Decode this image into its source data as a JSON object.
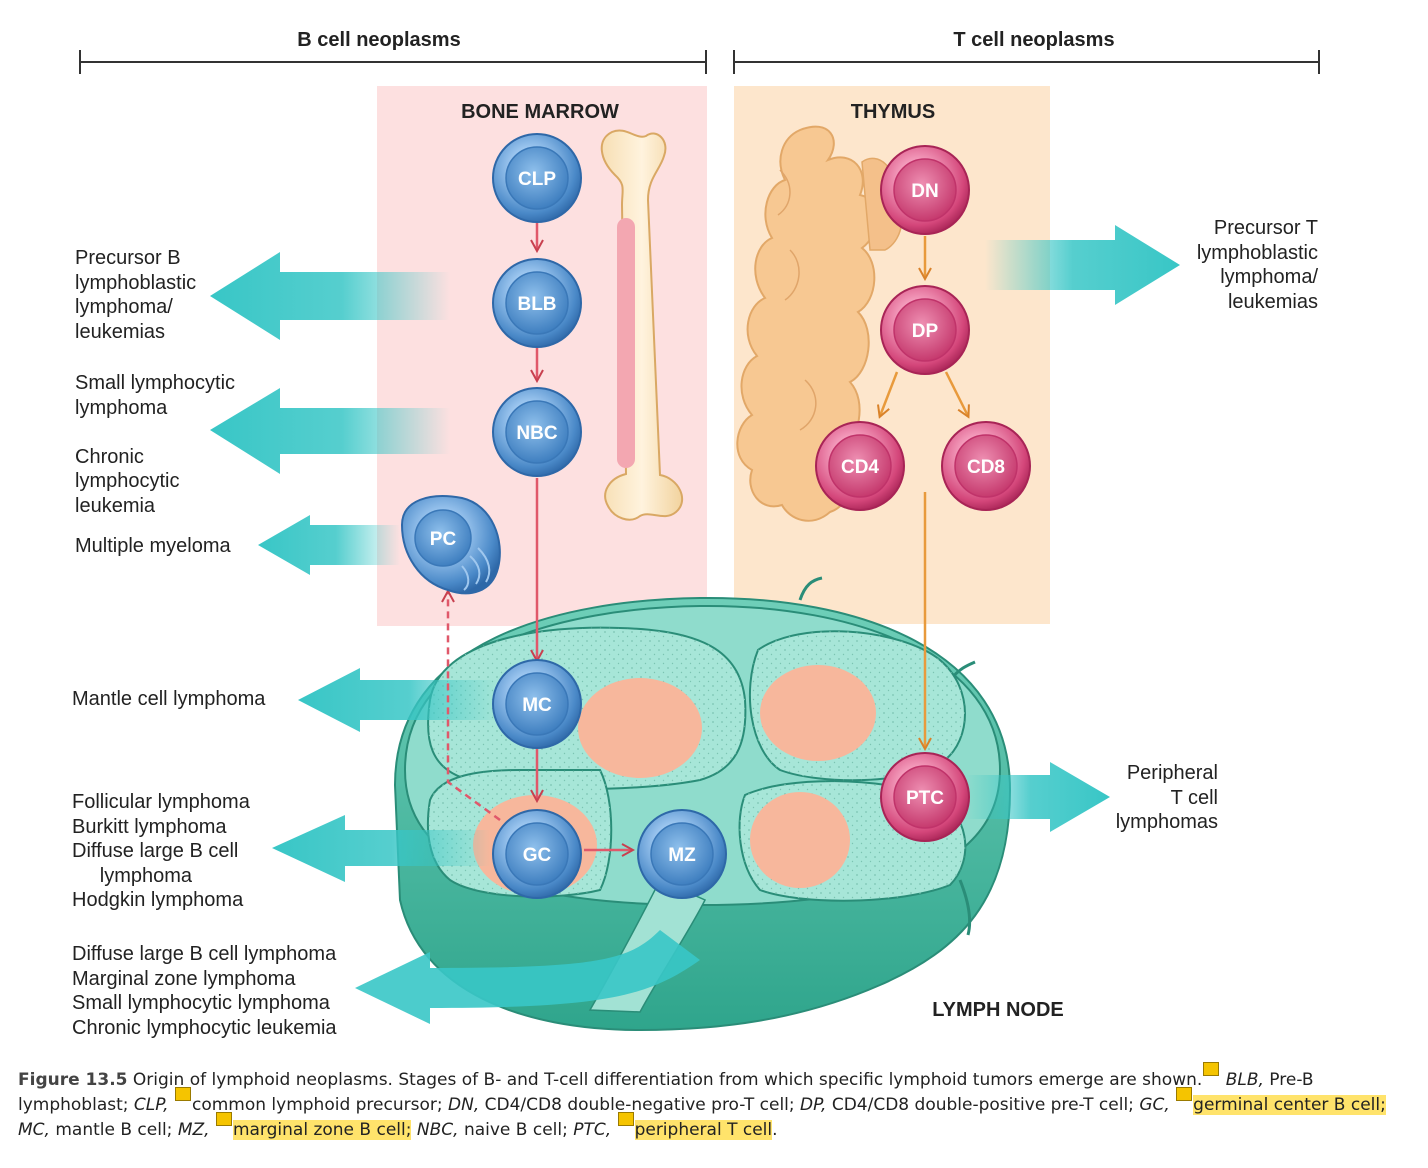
{
  "header": {
    "b_cell": "B cell neoplasms",
    "t_cell": "T cell neoplasms"
  },
  "regions": {
    "bone_marrow": "BONE MARROW",
    "thymus": "THYMUS",
    "lymph_node": "LYMPH NODE"
  },
  "cells": {
    "clp": "CLP",
    "blb": "BLB",
    "nbc": "NBC",
    "pc": "PC",
    "mc": "MC",
    "gc": "GC",
    "mz": "MZ",
    "dn": "DN",
    "dp": "DP",
    "cd4": "CD4",
    "cd8": "CD8",
    "ptc": "PTC"
  },
  "neoplasms": {
    "precursor_b": "Precursor B\nlymphoblastic\nlymphoma/\nleukemias",
    "sll_cll": "Small lymphocytic\nlymphoma\n\nChronic\nlymphocytic\nleukemia",
    "myeloma": "Multiple myeloma",
    "mantle": "Mantle cell lymphoma",
    "gc_group": "Follicular lymphoma\nBurkitt lymphoma\nDiffuse large B cell\n     lymphoma\nHodgkin lymphoma",
    "mz_group": "Diffuse large B cell lymphoma\nMarginal zone lymphoma\nSmall lymphocytic lymphoma\nChronic lymphocytic leukemia",
    "precursor_t": "Precursor T\nlymphoblastic\nlymphoma/\nleukemias",
    "peripheral_t": "Peripheral\nT cell\nlymphomas"
  },
  "caption": {
    "figure": "Figure 13.5",
    "title": "Origin of lymphoid neoplasms. Stages of B- and T-cell differentiation from which specific lymphoid tumors emerge are shown.",
    "abbr_blb": "BLB,",
    "def_blb": "Pre-B lymphoblast;",
    "abbr_clp": "CLP,",
    "def_clp": "common lymphoid precursor;",
    "abbr_dn": "DN,",
    "def_dn": "CD4/CD8 double-negative pro-T cell;",
    "abbr_dp": "DP,",
    "def_dp": "CD4/CD8 double-positive pre-T cell;",
    "abbr_gc": "GC,",
    "def_gc": "germinal center B cell;",
    "abbr_mc": "MC,",
    "def_mc": "mantle B cell;",
    "abbr_mz": "MZ,",
    "def_mz": "marginal zone B cell;",
    "abbr_nbc": "NBC,",
    "def_nbc": "naive B cell;",
    "abbr_ptc": "PTC,",
    "def_ptc": "peripheral T cell",
    "end": "."
  },
  "colors": {
    "bone_marrow_bg": "#fde0e0",
    "thymus_bg": "#fde6cc",
    "b_cell": "#5f9fd6",
    "t_cell": "#d8477c",
    "teal_arrow": "#38c6c6",
    "lymph_node": "#8fdccc",
    "b_arrow": "#e0586a",
    "t_arrow": "#e89a3c",
    "highlight": "#ffe36b"
  }
}
